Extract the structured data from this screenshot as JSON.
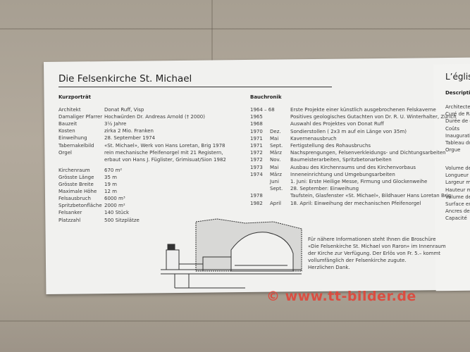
{
  "sign": {
    "title": "Die Felsenkirche St. Michael",
    "profile": {
      "heading": "Kurzporträt",
      "rows": [
        [
          "Architekt",
          "Donat Ruff, Visp"
        ],
        [
          "Damaliger Pfarrer",
          "Hochwürden Dr. Andreas Arnold († 2000)"
        ],
        [
          "Bauzeit",
          "3½ Jahre"
        ],
        [
          "Kosten",
          "zirka 2 Mio. Franken"
        ],
        [
          "Einweihung",
          "28. September 1974"
        ],
        [
          "Tabernakelbild",
          "«St. Michael», Werk von Hans Loretan, Brig 1978"
        ],
        [
          "Orgel",
          "rein mechanische Pfeifenorgel mit 21 Registern,"
        ],
        [
          "",
          "erbaut von Hans J. Füglister, Grimisuat/Sion 1982"
        ],
        [
          "Kirchenraum",
          "670 m²"
        ],
        [
          "Grösste Länge",
          "35 m"
        ],
        [
          "Grösste Breite",
          "19 m"
        ],
        [
          "Maximale Höhe",
          "12 m"
        ],
        [
          "Felsausbruch",
          "6000 m³"
        ],
        [
          "Spritzbetonfläche",
          "2000 m²"
        ],
        [
          "Felsanker",
          "140 Stück"
        ],
        [
          "Platzzahl",
          "500 Sitzplätze"
        ]
      ]
    },
    "chronicle": {
      "heading": "Bauchronik",
      "rows": [
        [
          "1964 – 68",
          "",
          "Erste Projekte einer künstlich ausgebrochenen Felskaverne"
        ],
        [
          "1965",
          "",
          "Positives geologisches Gutachten von Dr. R. U. Winterhalter, Zürich"
        ],
        [
          "1968",
          "",
          "Auswahl des Projektes von Donat Ruff"
        ],
        [
          "1970",
          "Dez.",
          "Sondierstollen ( 2x3 m auf ein Länge von 35m)"
        ],
        [
          "1971",
          "Mai",
          "Kavernenausbruch"
        ],
        [
          "1971",
          "Sept.",
          "Fertigstellung des Rohausbruchs"
        ],
        [
          "1972",
          "März",
          "Nachsprengungen, Felsenverkleidungs- und Dichtungsarbeiten"
        ],
        [
          "1972",
          "Nov.",
          "Baumeisterarbeiten, Spritzbetonarbeiten"
        ],
        [
          "1973",
          "Mai",
          "Ausbau des Kirchenraums und des Kirchenvorbaus"
        ],
        [
          "1974",
          "März",
          "Inneneinrichtung und Umgebungsarbeiten"
        ],
        [
          "",
          "Juni",
          "1. Juni: Erste Heilige Messe, Firmung und Glockenweihe"
        ],
        [
          "",
          "Sept.",
          "28. September: Einweihung"
        ],
        [
          "1978",
          "",
          "Taufstein, Glasfenster «St. Michael», Bildhauer Hans Loretan Brig"
        ],
        [
          "1982",
          "April",
          "18. April: Einweihung der mechanischen Pfeifenorgel"
        ]
      ]
    },
    "info": [
      "Für nähere Informationen steht Ihnen die Broschüre",
      "«Die Felsenkirche St. Michael von Raron» im Innenraum",
      "der Kirche zur Verfügung. Der Erlös von Fr. 5.– kommt",
      "vollumfänglich der Felsenkirche zugute.",
      "Herzlichen Dank."
    ]
  },
  "sign_fr": {
    "title": "L’églis",
    "heading": "Descriptif",
    "rows1": [
      "Architecte",
      "Curé de Rar",
      "Durée de co",
      "Coûts",
      "Inauguratio",
      "Tableau du",
      "Orgue"
    ],
    "rows2": [
      "Volume de",
      "Longueur m",
      "Largeur ma",
      "Hauteur ma",
      "Volume de",
      "Surface en",
      "Ancres de r",
      "Capacité"
    ]
  },
  "watermark": "© www.tt-bilder.de"
}
